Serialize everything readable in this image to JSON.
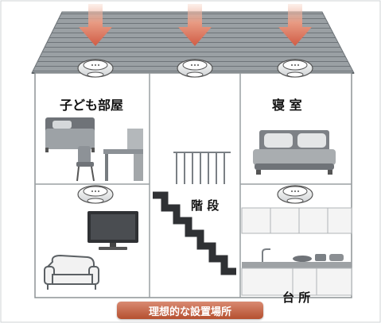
{
  "rooms": {
    "kids_room": "子ども部屋",
    "bedroom": "寝 室",
    "stairs": "階 段",
    "kitchen": "台 所"
  },
  "caption": "理想的な設置場所",
  "colors": {
    "roof": "#8f969b",
    "arrow": "#d9705a",
    "wall_line": "#9aa0a3",
    "furniture": "#6f7378",
    "caption_bg": "#c0603f"
  },
  "icons": [
    "down-arrow-icon",
    "smoke-detector-icon",
    "bed-icon",
    "desk-icon",
    "chair-icon",
    "tv-icon",
    "sofa-icon",
    "kitchen-icon",
    "staircase-icon",
    "railing-icon"
  ]
}
